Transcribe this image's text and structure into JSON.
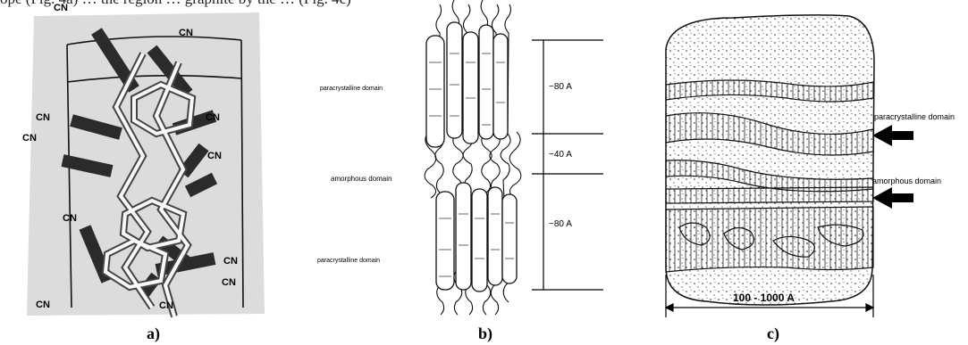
{
  "top_text": "ope (Fig. 4a) … the region … graphite by the … (Fig. 4c)",
  "panel_a": {
    "caption": "a)",
    "cn_labels": [
      "CN",
      "CN",
      "CN",
      "CN",
      "CN",
      "CN",
      "CN",
      "CN",
      "CN",
      "CN",
      "CN"
    ]
  },
  "panel_b": {
    "caption": "b)",
    "labels": {
      "paracrystalline_top": "paracrystalline domain",
      "amorphous": "amorphous domain",
      "paracrystalline_bottom": "paracrystalline  domain"
    },
    "dimensions": [
      "~80 A",
      "~40 A",
      "~80 A"
    ]
  },
  "panel_c": {
    "caption": "c)",
    "labels": {
      "paracrystalline": "paracrystalline domain",
      "amorphous": "amorphous domain"
    },
    "width_label": "100 - 1000 A"
  }
}
